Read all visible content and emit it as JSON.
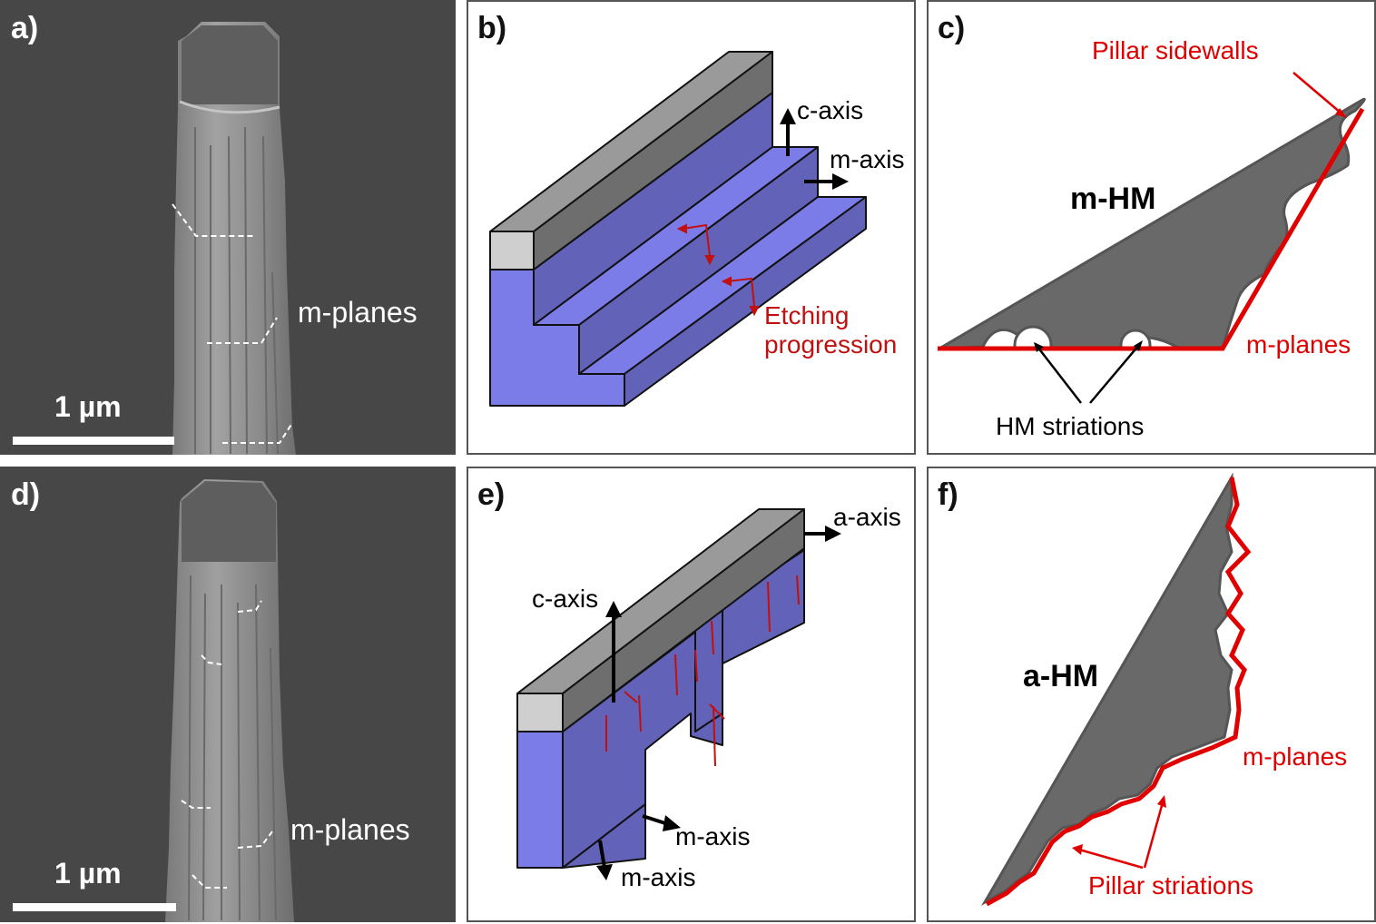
{
  "colors": {
    "sem_background": "#474747",
    "pillar": "#8f8f8f",
    "facet_top": "#7c7ce8",
    "facet_side": "#6262b8",
    "mask_top": "#9a9a9a",
    "mask_side": "#6e6e6e",
    "mask_end": "#cfcfcf",
    "hard_mask_fill": "#696969",
    "red": "#e00000",
    "dark_red": "#c01010"
  },
  "panels": {
    "a": {
      "label": "a)",
      "annotation": "m-planes",
      "scale_bar": "1 µm"
    },
    "b": {
      "label": "b)",
      "c_axis": "c-axis",
      "m_axis": "m-axis",
      "etching_line1": "Etching",
      "etching_line2": "progression"
    },
    "c": {
      "label": "c)",
      "pillar_sidewalls": "Pillar sidewalls",
      "hm": "m-HM",
      "m_planes": "m-planes",
      "striations": "HM striations"
    },
    "d": {
      "label": "d)",
      "annotation": "m-planes",
      "scale_bar": "1 µm"
    },
    "e": {
      "label": "e)",
      "a_axis": "a-axis",
      "c_axis": "c-axis",
      "m_axis_1": "m-axis",
      "m_axis_2": "m-axis"
    },
    "f": {
      "label": "f)",
      "hm": "a-HM",
      "m_planes": "m-planes",
      "striations": "Pillar striations"
    }
  }
}
